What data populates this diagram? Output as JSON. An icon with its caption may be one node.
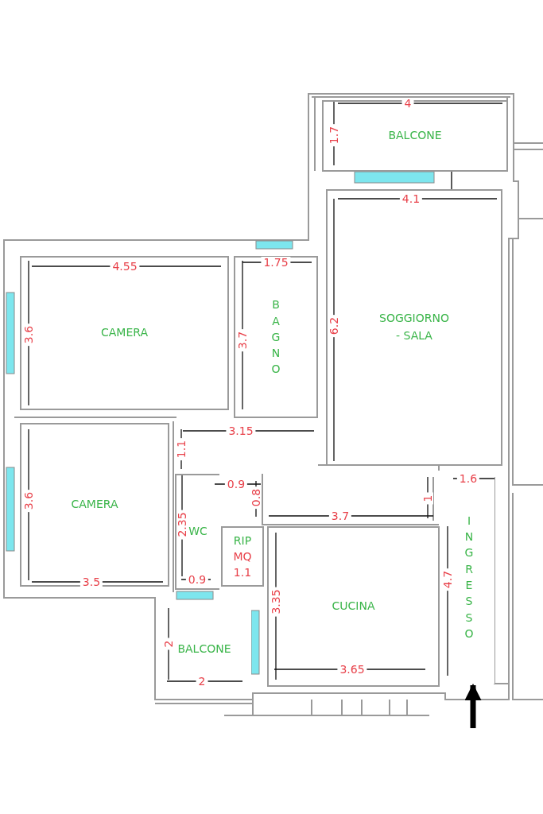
{
  "diagram": {
    "nodes": [
      {
        "text": [
          "BALCONE"
        ]
      },
      {
        "text": [
          "CAMERA"
        ]
      },
      {
        "text": [
          "BAGNO"
        ]
      },
      {
        "text": [
          "SOGGIORNO - SALA"
        ]
      },
      {
        "text": [
          "CAMERA"
        ]
      },
      {
        "text": [
          "WC"
        ]
      },
      {
        "text": [
          "RIP",
          "MQ 1.1"
        ]
      },
      {
        "text": [
          "CUCINA"
        ]
      },
      {
        "text": [
          "BALCONE"
        ]
      },
      {
        "text": [
          "INGRESSO"
        ]
      }
    ],
    "edges": [
      {
        "from": null,
        "to": 9,
        "arrow": "to"
      }
    ],
    "labels": [
      "4",
      "1.7",
      "4.1",
      "4.55",
      "1.75",
      "6.2",
      "3.6",
      "3.7",
      "3.15",
      "1.1",
      "1.6",
      "0.9",
      "0.8",
      "1",
      "3.6",
      "3.7",
      "2.35",
      "0.9",
      "3.5",
      "4.7",
      "3.35",
      "2",
      "3.65",
      "2"
    ]
  }
}
